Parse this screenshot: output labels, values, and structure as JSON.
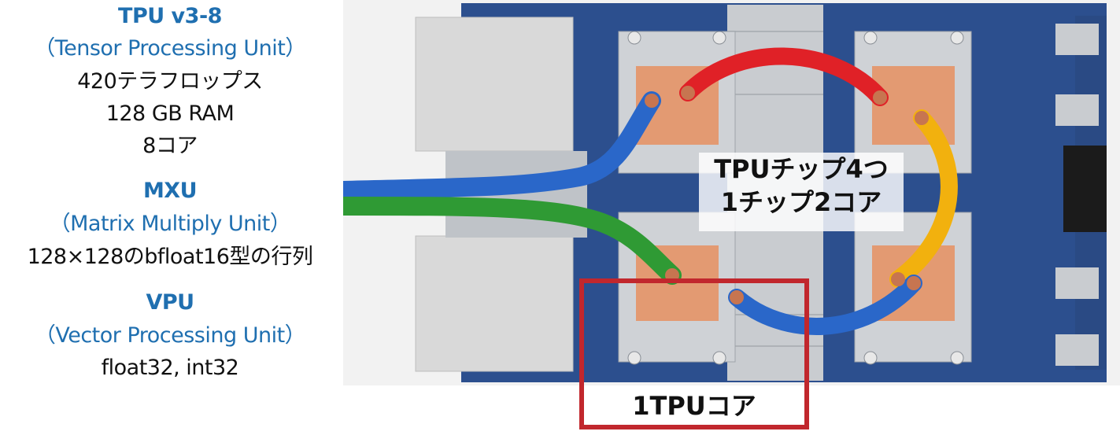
{
  "spec_panel": {
    "tpu_title": "TPU v3-8",
    "tpu_subtitle": "（Tensor Processing Unit）",
    "tpu_flops": "420テラフロップス",
    "tpu_ram": "128 GB RAM",
    "tpu_cores": "8コア",
    "mxu_title": "MXU",
    "mxu_subtitle": "（Matrix Multiply Unit）",
    "mxu_detail": "128×128のbfloat16型の行列",
    "vpu_title": "VPU",
    "vpu_subtitle": "（Vector Processing Unit）",
    "vpu_detail": "float32, int32"
  },
  "annotations": {
    "chips_line1": "TPUチップ4つ",
    "chips_line2": "1チップ2コア",
    "core_label": "1TPUコア"
  },
  "colors": {
    "heading_blue": "#1f6fb0",
    "highlight_red": "#c1272d",
    "board_blue": "#2c4f8e",
    "copper": "#e39a72"
  }
}
